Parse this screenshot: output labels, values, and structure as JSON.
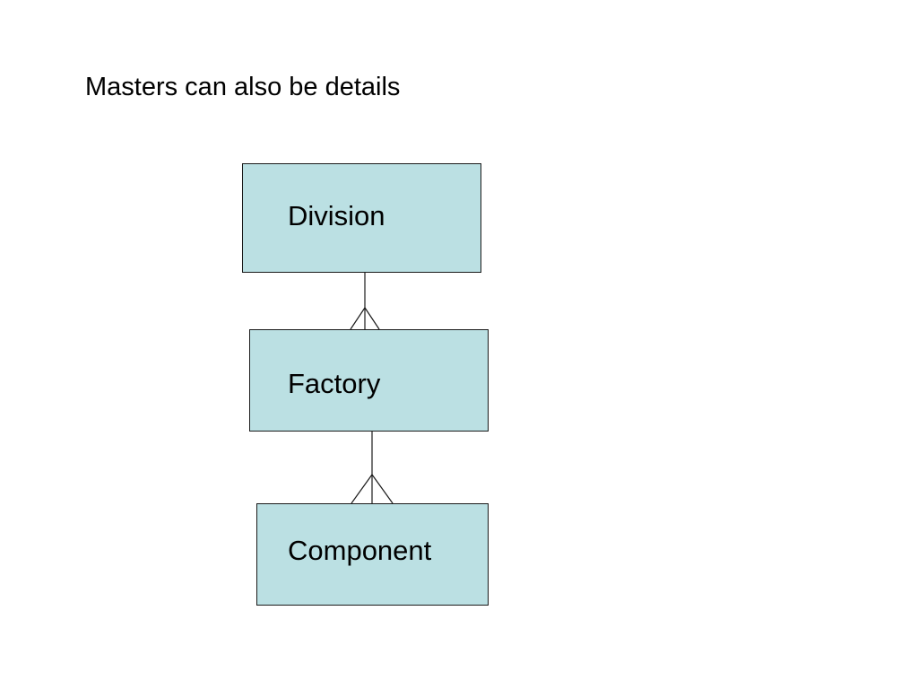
{
  "slide": {
    "title": "Masters can also be details"
  },
  "diagram": {
    "box_fill": "#bbe0e3",
    "line_color": "#1a1a1a",
    "entities": [
      {
        "id": "division",
        "label": "Division"
      },
      {
        "id": "factory",
        "label": "Factory"
      },
      {
        "id": "component",
        "label": "Component"
      }
    ],
    "relationships": [
      {
        "from": "Division",
        "to": "Factory",
        "cardinality": "one-to-many"
      },
      {
        "from": "Factory",
        "to": "Component",
        "cardinality": "one-to-many"
      }
    ]
  }
}
